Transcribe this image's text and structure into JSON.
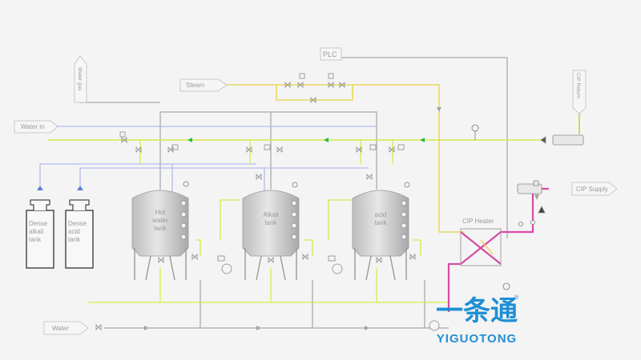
{
  "inputs": {
    "steam": "Steam",
    "water_in": "Water in",
    "water": "Water",
    "water_gas": "Water gas"
  },
  "controller": {
    "plc": "PLC"
  },
  "tanks": [
    {
      "line1": "Hot",
      "line2": "water",
      "line3": "tank"
    },
    {
      "line1": "Alkali",
      "line2": "tank",
      "line3": ""
    },
    {
      "line1": "acid",
      "line2": "tank",
      "line3": ""
    }
  ],
  "dense_tanks": [
    {
      "line1": "Dense",
      "line2": "alkali",
      "line3": "tank"
    },
    {
      "line1": "Dense",
      "line2": "acid",
      "line3": "tank"
    }
  ],
  "heater": {
    "label": "CIP Heater"
  },
  "cip": {
    "return": "CIP Return",
    "supply": "CIP Supply"
  },
  "logo": {
    "cn": "一条通",
    "en": "YIGUOTONG",
    "reg": "®",
    "brand_color": "#1f8fd6"
  },
  "colors": {
    "main_line": "#9ea4aa",
    "water_line": "#b7bcf0",
    "steam_line": "#e6d23a",
    "yellow_green": "#d6e84a",
    "return_line": "#b6dc3c",
    "hot_loop": "#d84aa6",
    "flow_arrow": "#1fbf4a"
  }
}
